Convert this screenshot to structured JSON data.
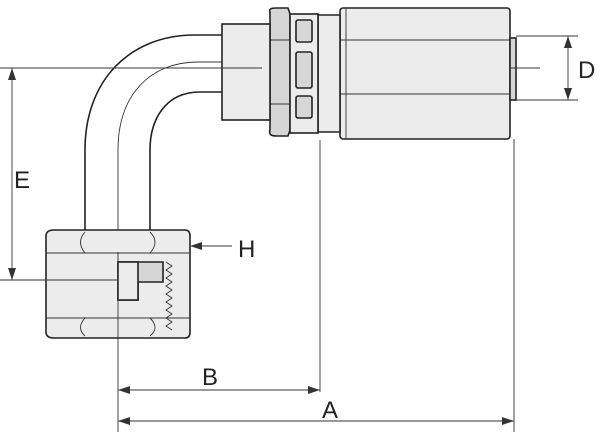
{
  "labels": {
    "A": "A",
    "B": "B",
    "D": "D",
    "E": "E",
    "H": "H"
  }
}
